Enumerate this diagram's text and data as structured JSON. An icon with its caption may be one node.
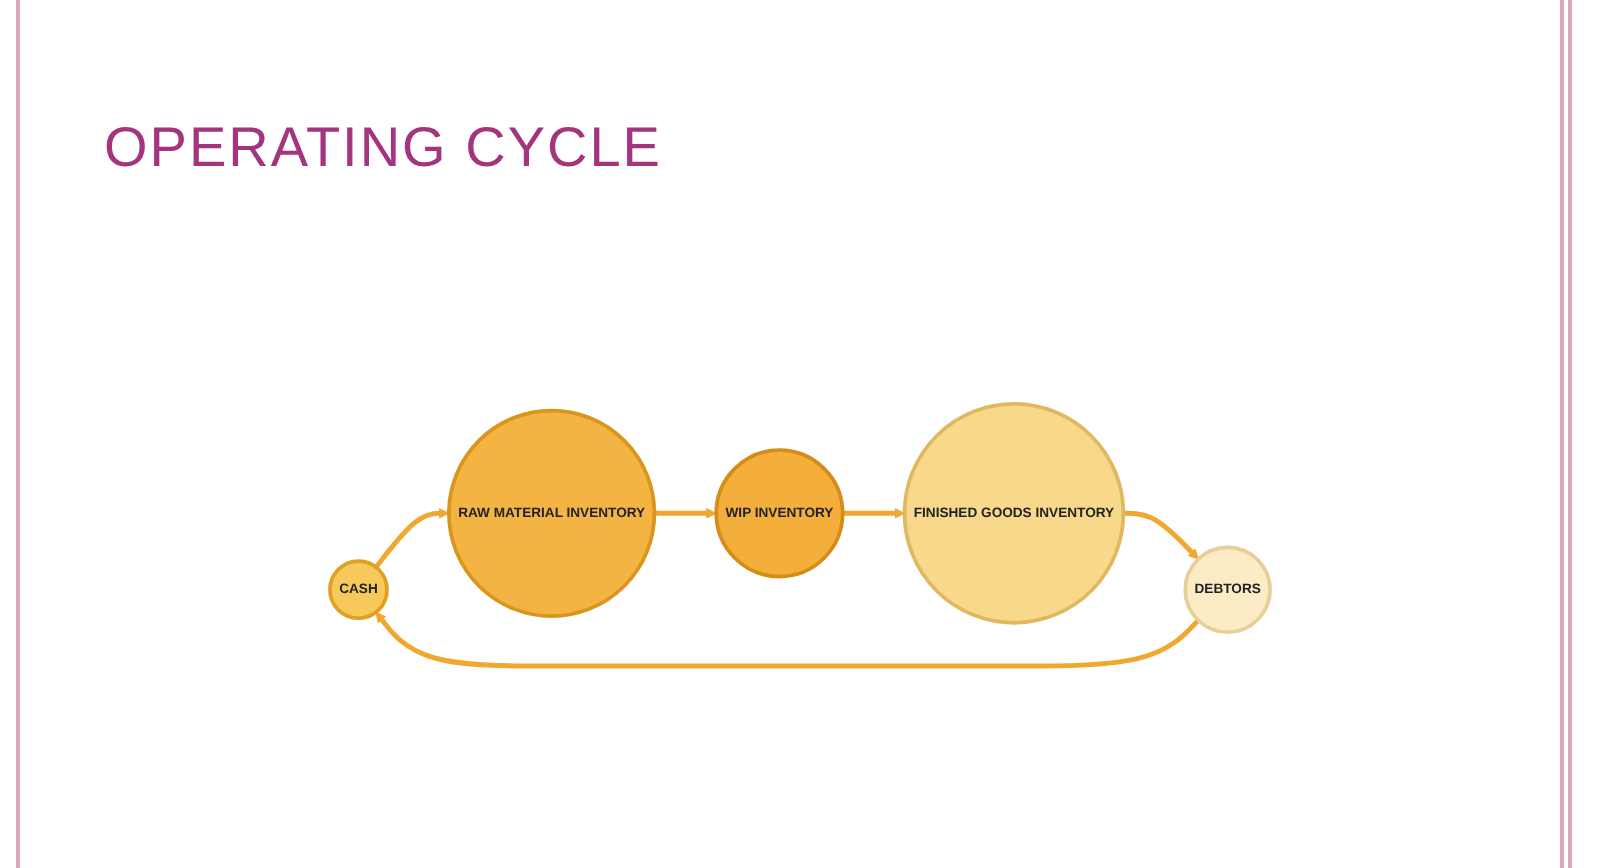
{
  "diagram": {
    "title": "OPERATING CYCLE",
    "nodes": [
      {
        "text": [
          "CASH"
        ]
      },
      {
        "text": [
          "RAW MATERIAL INVENTORY"
        ]
      },
      {
        "text": [
          "WIP INVENTORY"
        ]
      },
      {
        "text": [
          "FINISHED GOODS INVENTORY"
        ]
      },
      {
        "text": [
          "DEBTORS"
        ]
      }
    ],
    "edges": [
      {
        "from": 0,
        "to": 1,
        "arrow": "to"
      },
      {
        "from": 1,
        "to": 2,
        "arrow": "to"
      },
      {
        "from": 2,
        "to": 3,
        "arrow": "to"
      },
      {
        "from": 3,
        "to": 4,
        "arrow": "to"
      },
      {
        "from": 4,
        "to": 0,
        "arrow": "to"
      }
    ]
  }
}
